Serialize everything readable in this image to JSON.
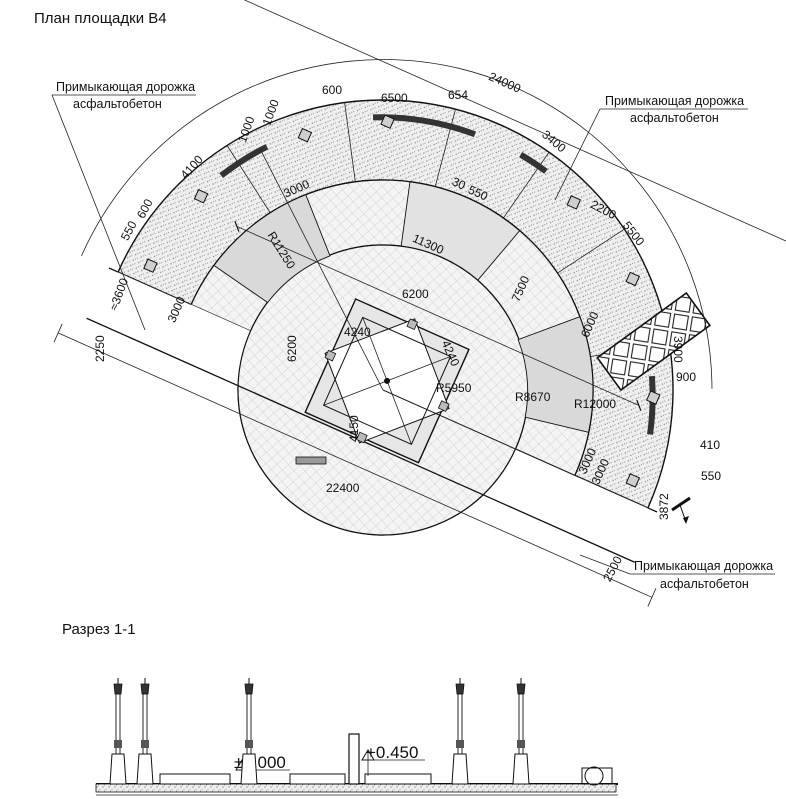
{
  "plan": {
    "title": "План площадки В4",
    "notes": [
      {
        "line1": "Примыкающая дорожка",
        "line2": "асфальтобетон"
      },
      {
        "line1": "Примыкающая дорожка",
        "line2": "асфальтобетон"
      },
      {
        "line1": "Примыкающая дорожка",
        "line2": "асфальтобетон"
      }
    ],
    "dimensions": [
      "24000",
      "600",
      "6500",
      "654",
      "1000",
      "1000",
      "4100",
      "3400",
      "550",
      "600",
      "3000",
      "3000",
      "30",
      "550",
      "2200",
      "5500",
      "11300",
      "R11250",
      "≈3600",
      "3000",
      "6200",
      "7500",
      "4240",
      "4240",
      "6000",
      "3900",
      "6200",
      "2250",
      "R5950",
      "R8670",
      "R12000",
      "900",
      "4150",
      "410",
      "3000",
      "550",
      "22400",
      "3872",
      "2500"
    ]
  },
  "section": {
    "title": "Разрез 1-1",
    "levels": [
      "±0.000",
      "+0.450"
    ]
  },
  "colors": {
    "ink": "#111111",
    "hatch": "#9a9a9a",
    "fill_light": "#d8d8d8",
    "background": "#ffffff"
  }
}
